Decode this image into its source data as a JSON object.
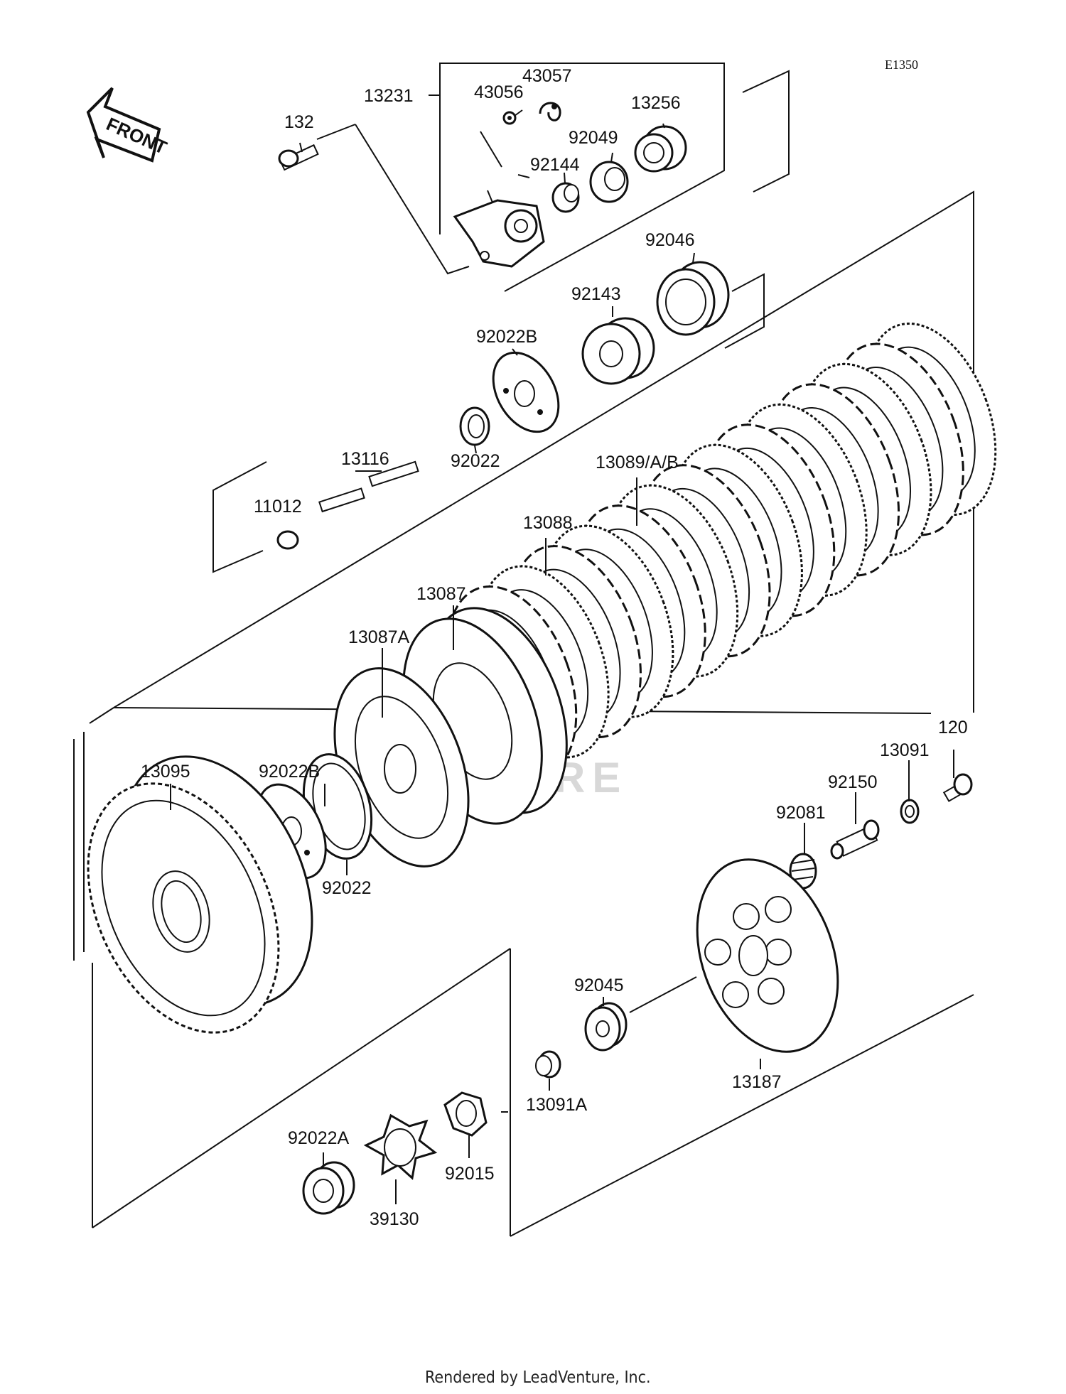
{
  "diagram": {
    "code": "E1350",
    "front_label": "FRONT",
    "watermark": "TURE",
    "footer": "Rendered by LeadVenture, Inc."
  },
  "parts": {
    "p13231": "13231",
    "p43056": "43056",
    "p43057": "43057",
    "p13256": "13256",
    "p92049": "92049",
    "p92144": "92144",
    "p132": "132",
    "p92046": "92046",
    "p92143": "92143",
    "p92022B_top": "92022B",
    "p92022_top": "92022",
    "p13116": "13116",
    "p11012": "11012",
    "p13089": "13089/A/B",
    "p13088": "13088",
    "p13087": "13087",
    "p13087A": "13087A",
    "p13095": "13095",
    "p92022B_mid": "92022B",
    "p92022_mid": "92022",
    "p120": "120",
    "p13091": "13091",
    "p92150": "92150",
    "p92081": "92081",
    "p92045": "92045",
    "p13187": "13187",
    "p13091A": "13091A",
    "p92022A": "92022A",
    "p92015": "92015",
    "p39130": "39130"
  }
}
